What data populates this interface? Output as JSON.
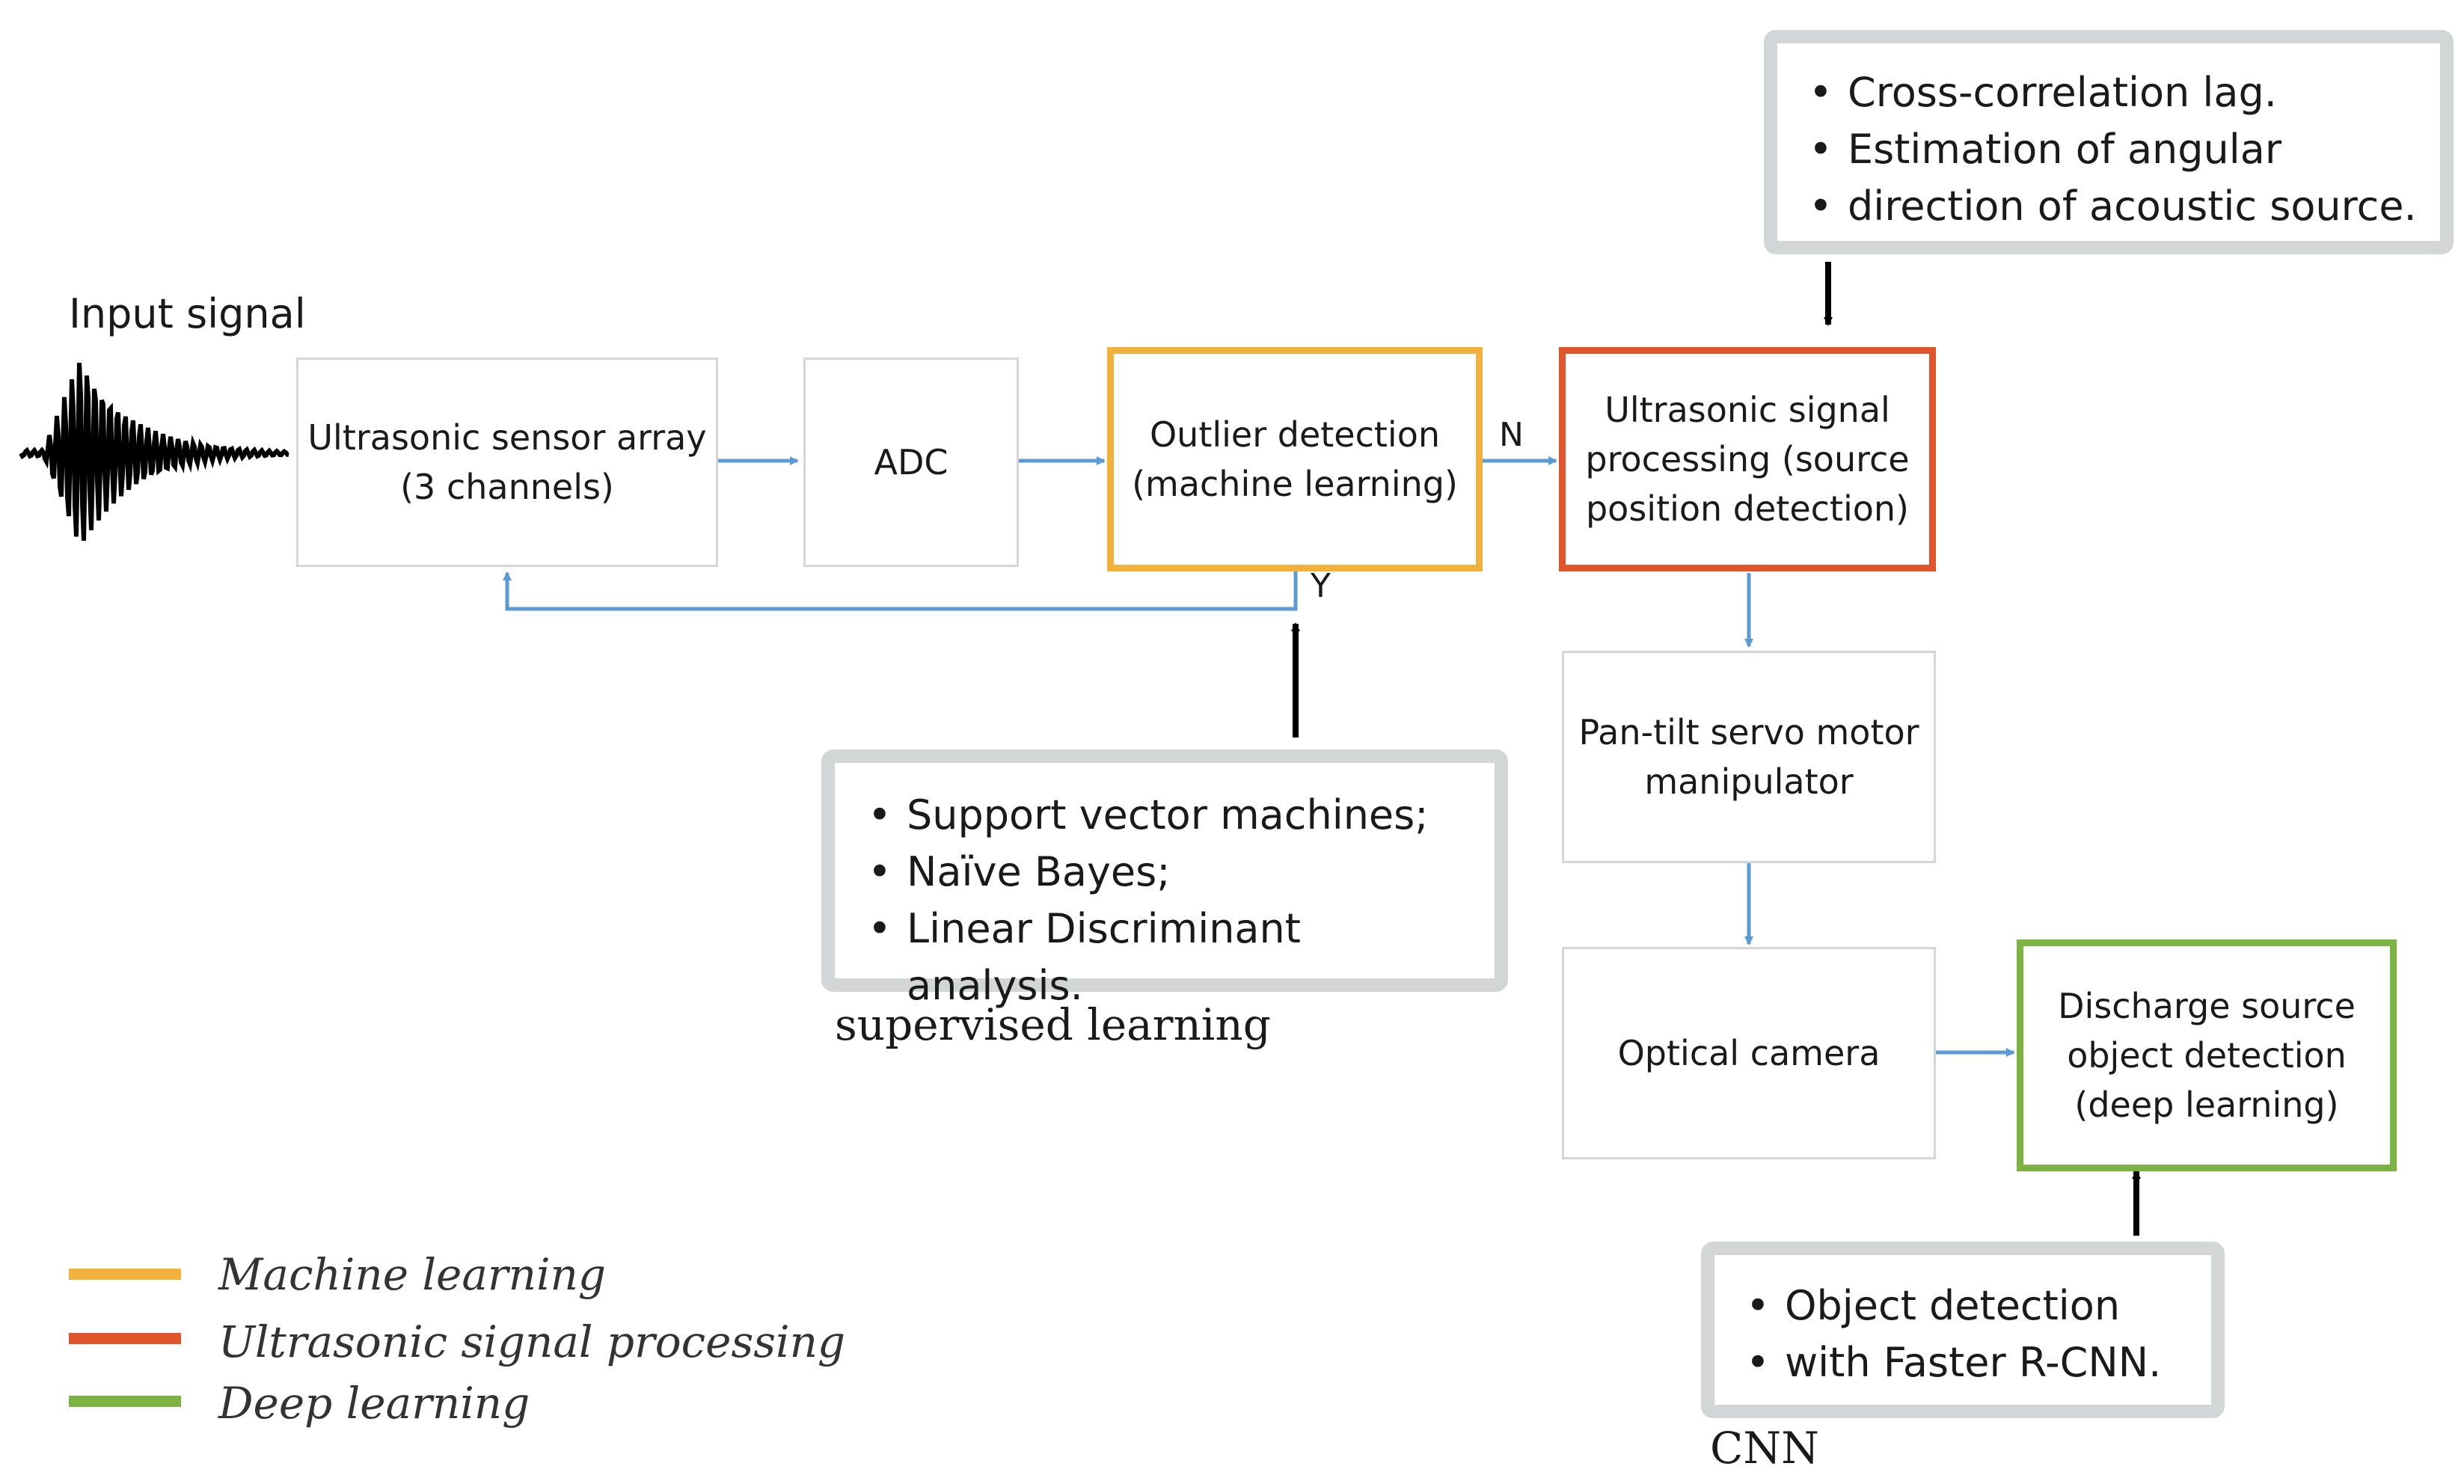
{
  "input_label": "Input signal",
  "boxes": {
    "sensor": [
      "Ultrasonic sensor array",
      "(3 channels)"
    ],
    "adc": [
      "ADC"
    ],
    "outlier": [
      "Outlier detection",
      "(machine learning)"
    ],
    "usp": [
      "Ultrasonic signal",
      "processing (source",
      "position detection)"
    ],
    "pantilt": [
      "Pan-tilt servo motor",
      "manipulator"
    ],
    "camera": [
      "Optical camera"
    ],
    "discharge": [
      "Discharge source",
      "object detection",
      "(deep learning)"
    ]
  },
  "branch_labels": {
    "n": "N",
    "y": "Y"
  },
  "notes": {
    "top": [
      "Cross-correlation lag.",
      "Estimation of angular",
      "direction of acoustic source."
    ],
    "supervised": [
      "Support vector machines;",
      "Naïve Bayes;",
      "Linear Discriminant analysis."
    ],
    "cnn": [
      "Object detection",
      "with Faster R-CNN."
    ]
  },
  "note_captions": {
    "supervised": "supervised learning",
    "cnn": "CNN"
  },
  "legend": [
    {
      "label": "Machine learning",
      "color": "#f2b13a"
    },
    {
      "label": "Ultrasonic signal processing",
      "color": "#e0552b"
    },
    {
      "label": "Deep learning",
      "color": "#7cb342"
    }
  ],
  "colors": {
    "flow_arrow": "#5b9bd5",
    "input_arrow": "#000000",
    "box_border": "#d6d6d6",
    "note_border": "#d3d6d6"
  }
}
